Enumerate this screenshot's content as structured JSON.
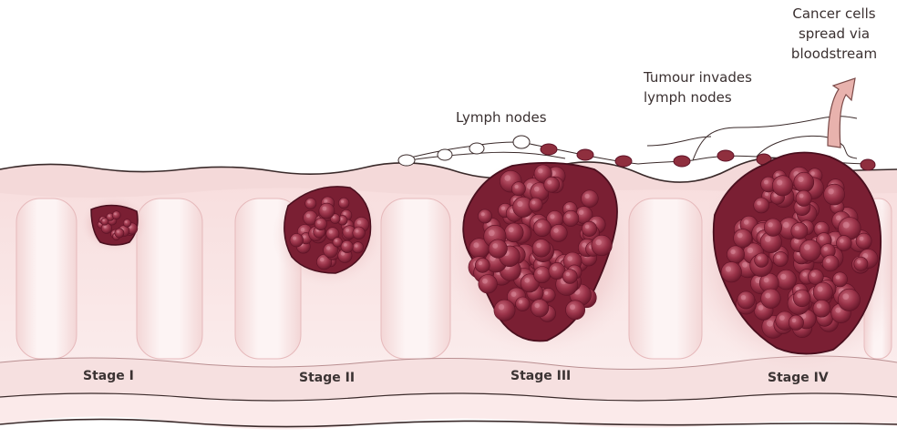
{
  "annotations": {
    "lymph_nodes": "Lymph nodes",
    "tumour_invades_line1": "Tumour invades",
    "tumour_invades_line2": "lymph nodes",
    "spread_line1": "Cancer cells",
    "spread_line2": "spread via",
    "spread_line3": "bloodstream"
  },
  "stages": [
    {
      "label": "Stage I"
    },
    {
      "label": "Stage II"
    },
    {
      "label": "Stage III"
    },
    {
      "label": "Stage IV"
    }
  ],
  "colors": {
    "tissue_light": "#fbeeee",
    "tissue_mid": "#f1cfcf",
    "tissue_edge": "#e4a7a8",
    "outline": "#3a2a2a",
    "tumour": "#8c2a3f",
    "tumour_dark": "#5e1226",
    "tumour_highlight": "#b8566a",
    "node_invaded": "#8f2f3e",
    "arrow_fill": "#e8b2ad"
  }
}
